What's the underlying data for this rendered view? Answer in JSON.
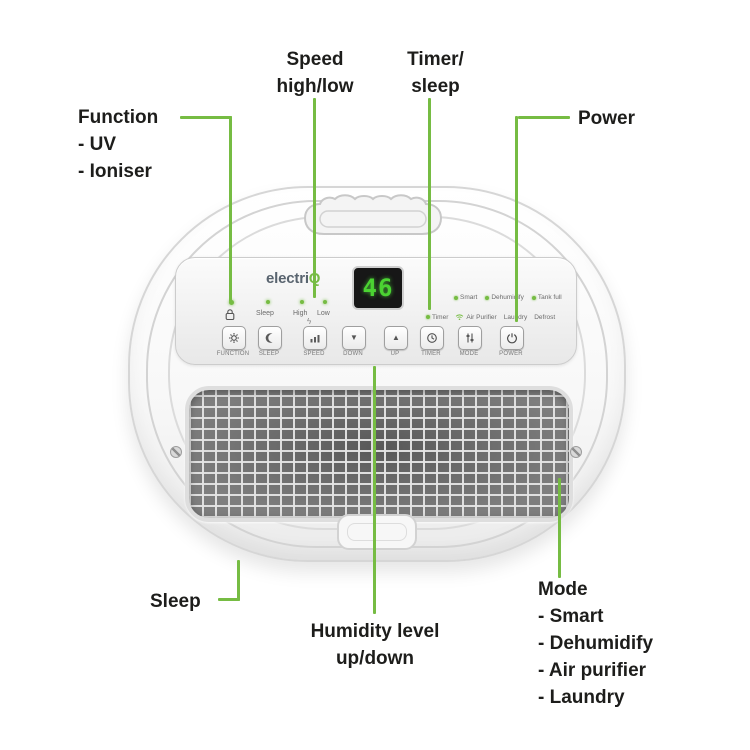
{
  "annotations": {
    "function": {
      "title": "Function",
      "items": [
        "- UV",
        "- Ioniser"
      ]
    },
    "speed": {
      "line1": "Speed",
      "line2": "high/low"
    },
    "timer_sleep": {
      "line1": "Timer/",
      "line2": "sleep"
    },
    "power": {
      "label": "Power"
    },
    "sleep": {
      "label": "Sleep"
    },
    "humidity": {
      "line1": "Humidity level",
      "line2": "up/down"
    },
    "mode": {
      "title": "Mode",
      "items": [
        "- Smart",
        "- Dehumidify",
        "- Air purifier",
        "- Laundry"
      ]
    }
  },
  "device": {
    "logo": {
      "prefix": "electri",
      "suffix": "Q"
    },
    "display": {
      "value": "46"
    },
    "indicators": {
      "sleep": "Sleep",
      "high": "High",
      "low": "Low",
      "timer": "Timer",
      "row1": [
        "Smart",
        "Dehumidify",
        "Tank full"
      ],
      "row2": [
        "Air Purifier",
        "Laundry",
        "Defrost"
      ]
    },
    "buttons": [
      {
        "label": "FUNCTION",
        "icon": "gear-icon"
      },
      {
        "label": "SLEEP",
        "icon": "moon-icon"
      },
      {
        "label": "SPEED",
        "icon": "fan-speed-icon"
      },
      {
        "label": "DOWN",
        "icon": "arrow-down-icon"
      },
      {
        "label": "UP",
        "icon": "arrow-up-icon"
      },
      {
        "label": "TIMER",
        "icon": "clock-icon"
      },
      {
        "label": "MODE",
        "icon": "sliders-icon"
      },
      {
        "label": "POWER",
        "icon": "power-icon"
      }
    ]
  },
  "colors": {
    "accent_green": "#76bc43",
    "display_digit": "#4bd332",
    "label_text": "#1d1d1b"
  }
}
